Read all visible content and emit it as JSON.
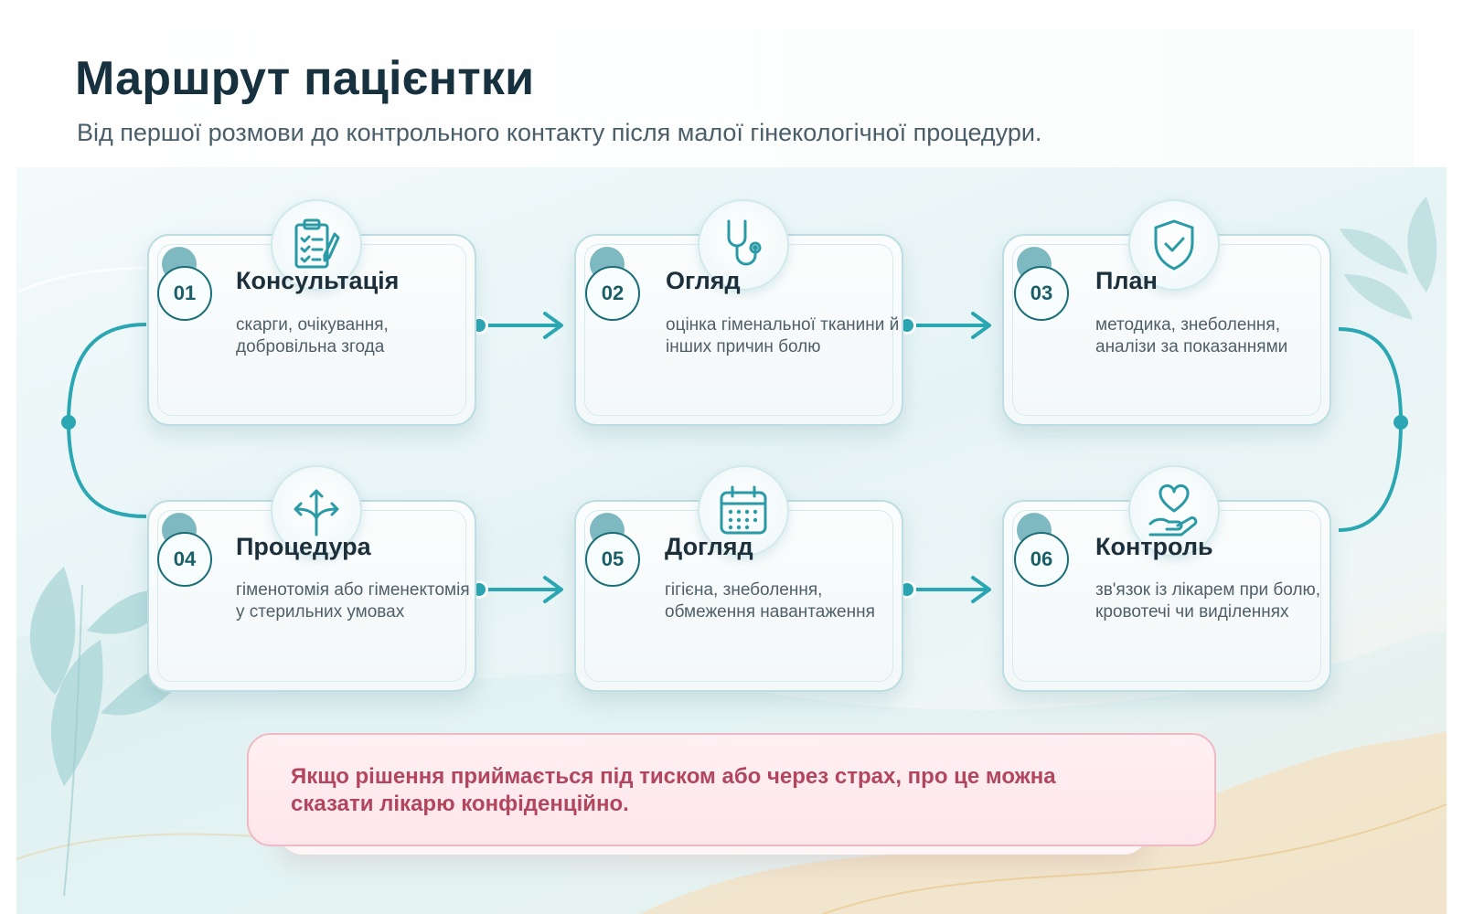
{
  "header": {
    "title": "Маршрут пацієнтки",
    "subtitle": "Від першої розмови до контрольного контакту після малої гінекологічної процедури."
  },
  "steps": [
    {
      "number": "01",
      "title": "Консультація",
      "desc_line1": "скарги, очікування,",
      "desc_line2": "добровільна згода",
      "icon": "clipboard-checklist-icon"
    },
    {
      "number": "02",
      "title": "Огляд",
      "desc_line1": "оцінка гіменальної тканини й",
      "desc_line2": "інших причин болю",
      "icon": "stethoscope-icon"
    },
    {
      "number": "03",
      "title": "План",
      "desc_line1": "методика, знеболення,",
      "desc_line2": "аналізи за показаннями",
      "icon": "shield-check-icon"
    },
    {
      "number": "04",
      "title": "Процедура",
      "desc_line1": "гіменотомія або гіменектомія",
      "desc_line2": "у стерильних умовах",
      "icon": "branching-arrows-icon"
    },
    {
      "number": "05",
      "title": "Догляд",
      "desc_line1": "гігієна, знеболення,",
      "desc_line2": "обмеження навантаження",
      "icon": "calendar-icon"
    },
    {
      "number": "06",
      "title": "Контроль",
      "desc_line1": "зв'язок із лікарем при болю,",
      "desc_line2": "кровотечі чи виділеннях",
      "icon": "heart-hand-icon"
    }
  ],
  "note": {
    "line1": "Якщо рішення приймається під тиском або через страх, про це можна",
    "line2": "сказати лікарю конфіденційно."
  },
  "colors": {
    "accent": "#2aa7b3",
    "title": "#17313f",
    "number_ring": "#1a6e78",
    "note_text": "#b2465e",
    "note_bg": "#fde6eb"
  }
}
